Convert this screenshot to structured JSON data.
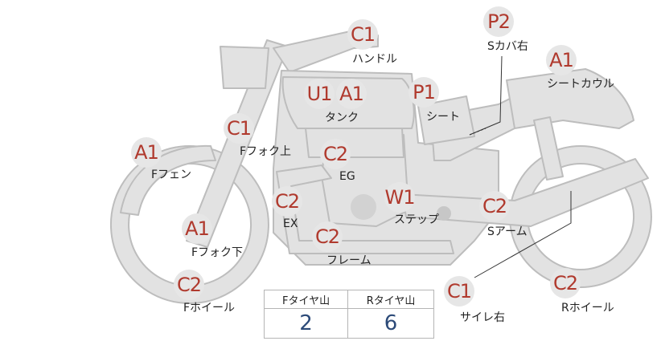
{
  "parts": [
    {
      "id": "handle",
      "grade": "C1",
      "label": "ハンドル"
    },
    {
      "id": "s-cover-right",
      "grade": "P2",
      "label": "Sカバ右"
    },
    {
      "id": "seat-cowl",
      "grade": "A1",
      "label": "シートカウル"
    },
    {
      "id": "tank",
      "grade_1": "U1",
      "grade_2": "A1",
      "label": "タンク"
    },
    {
      "id": "seat",
      "grade": "P1",
      "label": "シート"
    },
    {
      "id": "f-fork-upper",
      "grade": "C1",
      "label": "Fフォク上"
    },
    {
      "id": "f-fender",
      "grade": "A1",
      "label": "Fフェン"
    },
    {
      "id": "engine",
      "grade": "C2",
      "label": "EG"
    },
    {
      "id": "exhaust",
      "grade": "C2",
      "label": "EX"
    },
    {
      "id": "step",
      "grade": "W1",
      "label": "ステップ"
    },
    {
      "id": "s-arm",
      "grade": "C2",
      "label": "Sアーム"
    },
    {
      "id": "f-fork-lower",
      "grade": "A1",
      "label": "Fフォク下"
    },
    {
      "id": "frame",
      "grade": "C2",
      "label": "フレーム"
    },
    {
      "id": "f-wheel",
      "grade": "C2",
      "label": "Fホイール"
    },
    {
      "id": "silencer-right",
      "grade": "C1",
      "label": "サイレ右"
    },
    {
      "id": "r-wheel",
      "grade": "C2",
      "label": "Rホイール"
    }
  ],
  "tire_table": {
    "front_header": "Fタイヤ山",
    "rear_header": "Rタイヤ山",
    "front_value": "2",
    "rear_value": "6"
  },
  "colors": {
    "badge_text": "#b03a2e",
    "badge_bg": "#e6e6e6",
    "bike_fill": "#e2e2e2",
    "bike_stroke": "#bdbdbd",
    "value_text": "#2c4a78"
  }
}
